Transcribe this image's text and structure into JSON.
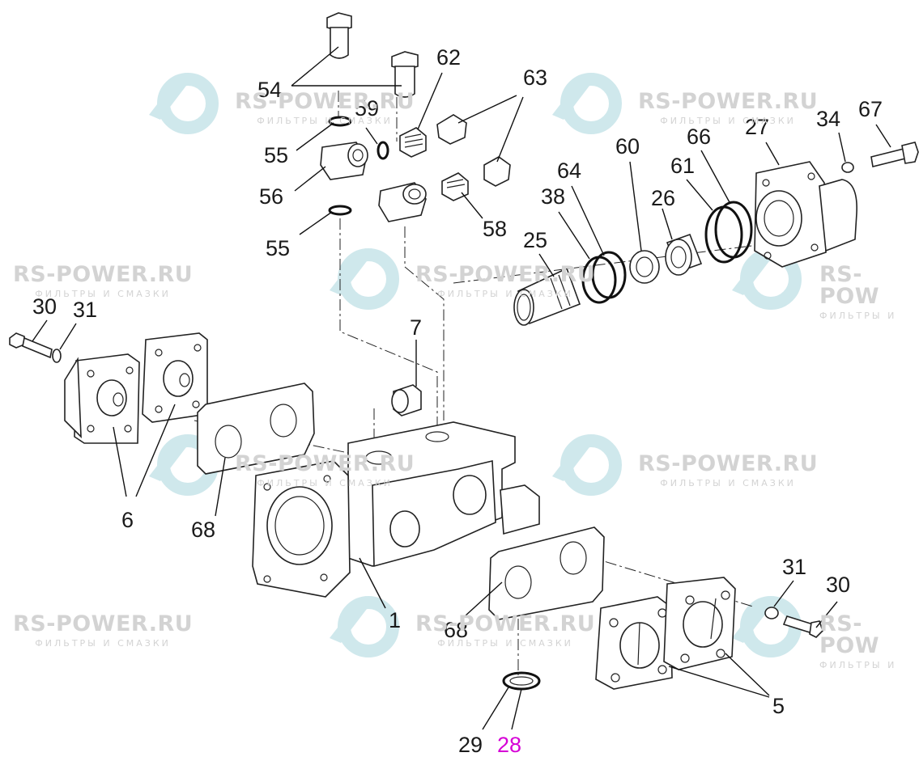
{
  "watermark": {
    "brand": "RS-POWER.RU",
    "tagline": "ФИЛЬТРЫ И СМАЗКИ",
    "partial_brand": "RS-POW",
    "partial_tagline": "ФИЛЬТРЫ И"
  },
  "callouts": {
    "c54": "54",
    "c62": "62",
    "c63": "63",
    "c59": "59",
    "c55a": "55",
    "c56": "56",
    "c55b": "55",
    "c58": "58",
    "c64": "64",
    "c38": "38",
    "c25": "25",
    "c60": "60",
    "c26": "26",
    "c61": "61",
    "c66": "66",
    "c27": "27",
    "c34": "34",
    "c67": "67",
    "c30a": "30",
    "c31a": "31",
    "c7": "7",
    "c6": "6",
    "c68a": "68",
    "c1": "1",
    "c68b": "68",
    "c31b": "31",
    "c30b": "30",
    "c5": "5",
    "c29": "29",
    "c28": "28"
  },
  "colors": {
    "label": "#1a1a1a",
    "highlight": "#d600d6",
    "watermark": "#d3d3d3",
    "watermark_logo": "#cfe8ec"
  }
}
